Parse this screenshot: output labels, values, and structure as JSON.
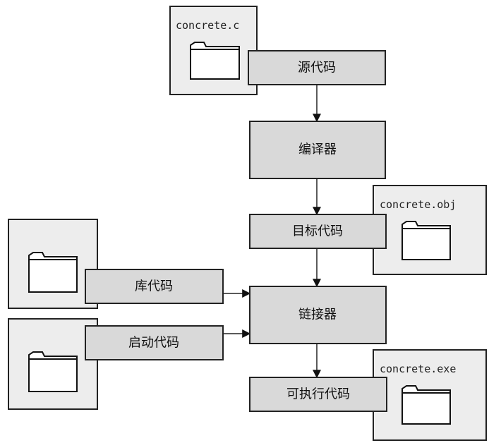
{
  "files": {
    "source": "concrete.c",
    "object": "concrete.obj",
    "executable": "concrete.exe"
  },
  "boxes": {
    "source_code": "源代码",
    "compiler": "编译器",
    "object_code": "目标代码",
    "library_code": "库代码",
    "linker": "链接器",
    "startup_code": "启动代码",
    "executable_code": "可执行代码"
  },
  "colors": {
    "file_panel": "#ededed",
    "step_box": "#d9d9d9",
    "stroke": "#222222"
  },
  "icons": [
    "folder-icon",
    "arrow-icon"
  ]
}
